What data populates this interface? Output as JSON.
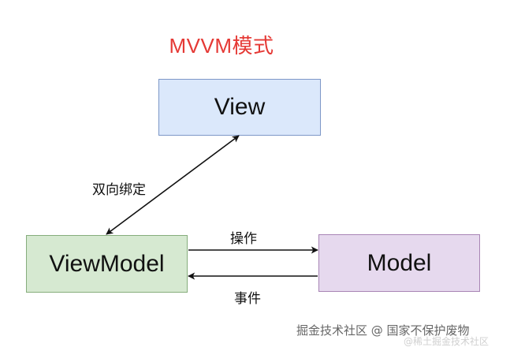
{
  "title": "MVVM模式",
  "nodes": {
    "view": "View",
    "viewmodel": "ViewModel",
    "model": "Model"
  },
  "edges": {
    "binding": "双向绑定",
    "operation": "操作",
    "event": "事件"
  },
  "watermark": "掘金技术社区 @ 国家不保护废物",
  "watermark_faint": "@稀土掘金技术社区",
  "colors": {
    "title": "#e53935",
    "view_fill": "#dbe8fb",
    "view_border": "#7d97c7",
    "viewmodel_fill": "#d6e9d1",
    "viewmodel_border": "#86ad7c",
    "model_fill": "#e6d9ee",
    "model_border": "#a885b5",
    "arrow": "#111111"
  }
}
